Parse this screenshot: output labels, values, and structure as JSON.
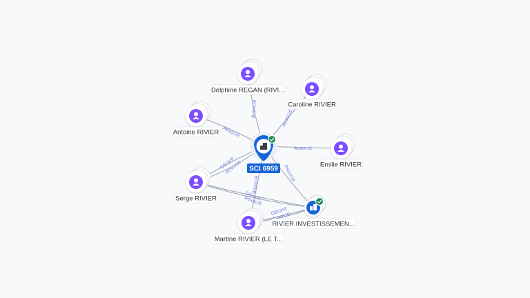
{
  "center": {
    "label": "SCI 6959"
  },
  "nodes": [
    {
      "id": "delphine",
      "label": "Delphine REGAN (RIVI...",
      "kind": "person"
    },
    {
      "id": "caroline",
      "label": "Caroline RIVIER",
      "kind": "person"
    },
    {
      "id": "antoine",
      "label": "Antoine RIVIER",
      "kind": "person"
    },
    {
      "id": "emilie",
      "label": "Emilie RIVIER",
      "kind": "person"
    },
    {
      "id": "serge",
      "label": "Serge RIVIER",
      "kind": "person"
    },
    {
      "id": "martine",
      "label": "Martine RIVIER (LE T...",
      "kind": "person"
    },
    {
      "id": "rivinv",
      "label": "RIVIER INVESTISSEMEN...",
      "kind": "company"
    }
  ],
  "edges": [
    {
      "from": "delphine",
      "to": "center",
      "label": "Associé"
    },
    {
      "from": "caroline",
      "to": "center",
      "label": "Associé"
    },
    {
      "from": "antoine",
      "to": "center",
      "label": "Associé"
    },
    {
      "from": "emilie",
      "to": "center",
      "label": "Associé"
    },
    {
      "from": "serge",
      "to": "center",
      "label": "Gérant"
    },
    {
      "from": "serge",
      "to": "center",
      "label": "Associé"
    },
    {
      "from": "martine",
      "to": "center",
      "label": "Associé"
    },
    {
      "from": "rivinv",
      "to": "center",
      "label": "Associé"
    },
    {
      "from": "serge",
      "to": "rivinv",
      "label": "Gérant"
    },
    {
      "from": "serge",
      "to": "rivinv",
      "label": "Associé"
    },
    {
      "from": "martine",
      "to": "rivinv",
      "label": "Gérant"
    },
    {
      "from": "martine",
      "to": "rivinv",
      "label": "Associé"
    }
  ],
  "colors": {
    "person": "#7c4dff",
    "company": "#1565d8",
    "check": "#1f8a4c"
  },
  "icons": {
    "person": "person-icon",
    "company": "building-icon",
    "verified": "check-icon"
  }
}
